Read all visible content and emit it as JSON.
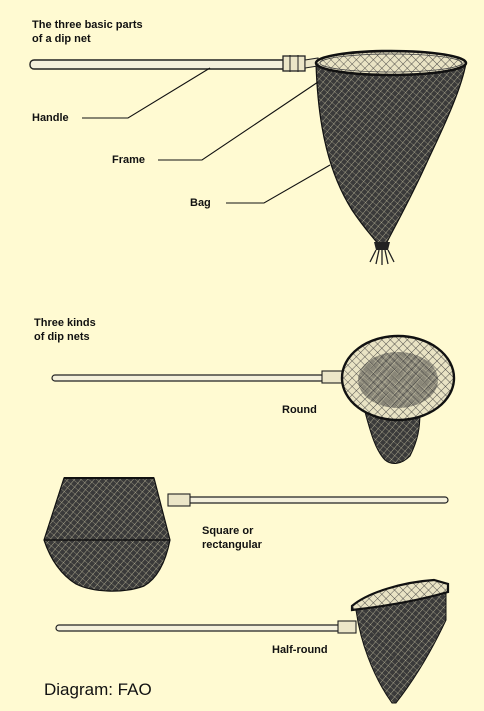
{
  "section1": {
    "title": "The three basic parts\nof a dip net",
    "labels": {
      "handle": "Handle",
      "frame": "Frame",
      "bag": "Bag"
    }
  },
  "section2": {
    "title": "Three kinds\nof dip nets",
    "labels": {
      "round": "Round",
      "square": "Square or\nrectangular",
      "half_round": "Half-round"
    }
  },
  "credit": "Diagram: FAO",
  "colors": {
    "background": "#fffad2",
    "ink": "#1a1a1a",
    "handle_fill": "#f4f0dc"
  }
}
